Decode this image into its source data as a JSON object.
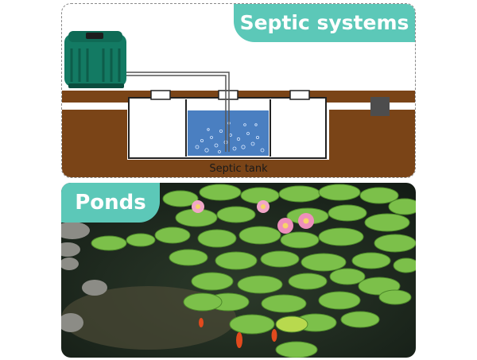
{
  "septic": {
    "title": "Septic systems",
    "tank_label": "Septic tank"
  },
  "ponds": {
    "title": "Ponds"
  },
  "colors": {
    "accent": "#5cc8b8",
    "soil": "#7a4417",
    "water": "#4a7fc1",
    "pump": "#137a63",
    "lily_pad": "#7cc04a"
  },
  "icons": [
    "air-pump-icon",
    "septic-tank-icon",
    "water-lily-icon"
  ]
}
